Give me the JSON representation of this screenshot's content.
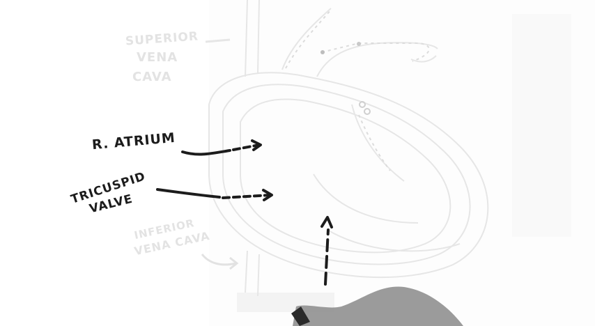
{
  "labels": {
    "superior_vena_cava": [
      "SUPERIOR",
      "VENA",
      "CAVA"
    ],
    "r_atrium": "R. ATRIUM",
    "tricuspid_valve": [
      "TRICUSPID",
      "VALVE"
    ],
    "inferior_vena_cava": [
      "INFERIOR",
      "VENA CAVA"
    ]
  },
  "colors": {
    "ink": "#1c1c1c",
    "faint_ink": "#e3e3e3",
    "sketch": "#e6e6e6",
    "board": "#fdfdfd",
    "hand_shadow": "#8a8a8a"
  }
}
